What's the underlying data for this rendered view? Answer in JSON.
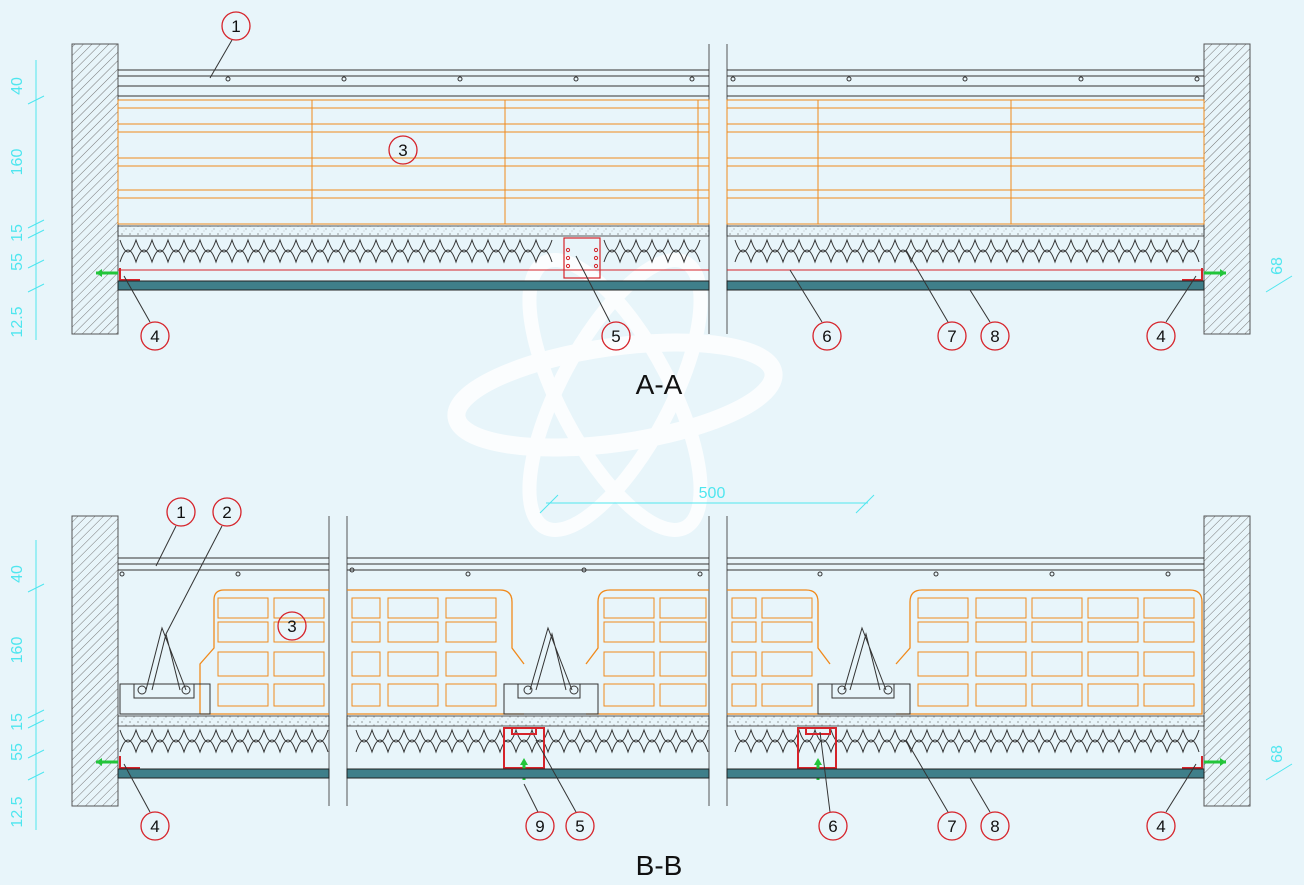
{
  "sections": [
    {
      "id": "aa",
      "title": "A-A",
      "dims_left": [
        "40",
        "160",
        "15",
        "55",
        "12.5"
      ],
      "dim_right": "68",
      "callouts_top": [
        {
          "num": "1"
        },
        {
          "num": "3"
        }
      ],
      "callouts_bottom": [
        {
          "num": "4"
        },
        {
          "num": "5"
        },
        {
          "num": "6"
        },
        {
          "num": "7"
        },
        {
          "num": "8"
        },
        {
          "num": "4"
        }
      ]
    },
    {
      "id": "bb",
      "title": "B-B",
      "dims_left": [
        "40",
        "160",
        "15",
        "55",
        "12.5"
      ],
      "dim_right": "68",
      "callouts_top": [
        {
          "num": "1"
        },
        {
          "num": "2"
        },
        {
          "num": "3"
        }
      ],
      "callouts_bottom": [
        {
          "num": "4"
        },
        {
          "num": "9"
        },
        {
          "num": "5"
        },
        {
          "num": "6"
        },
        {
          "num": "7"
        },
        {
          "num": "8"
        },
        {
          "num": "4"
        }
      ]
    }
  ],
  "span_dimension": "500",
  "colors": {
    "background": "#e8f5fa",
    "dimension": "#4fe6ef",
    "callout_circle": "#d6232a",
    "clt_panel": "#f08a1c",
    "insulation": "#333333",
    "gypsum_board": "#3f7f8a",
    "clip_arrow": "#22c53a",
    "wall_hatch": "#555555"
  }
}
